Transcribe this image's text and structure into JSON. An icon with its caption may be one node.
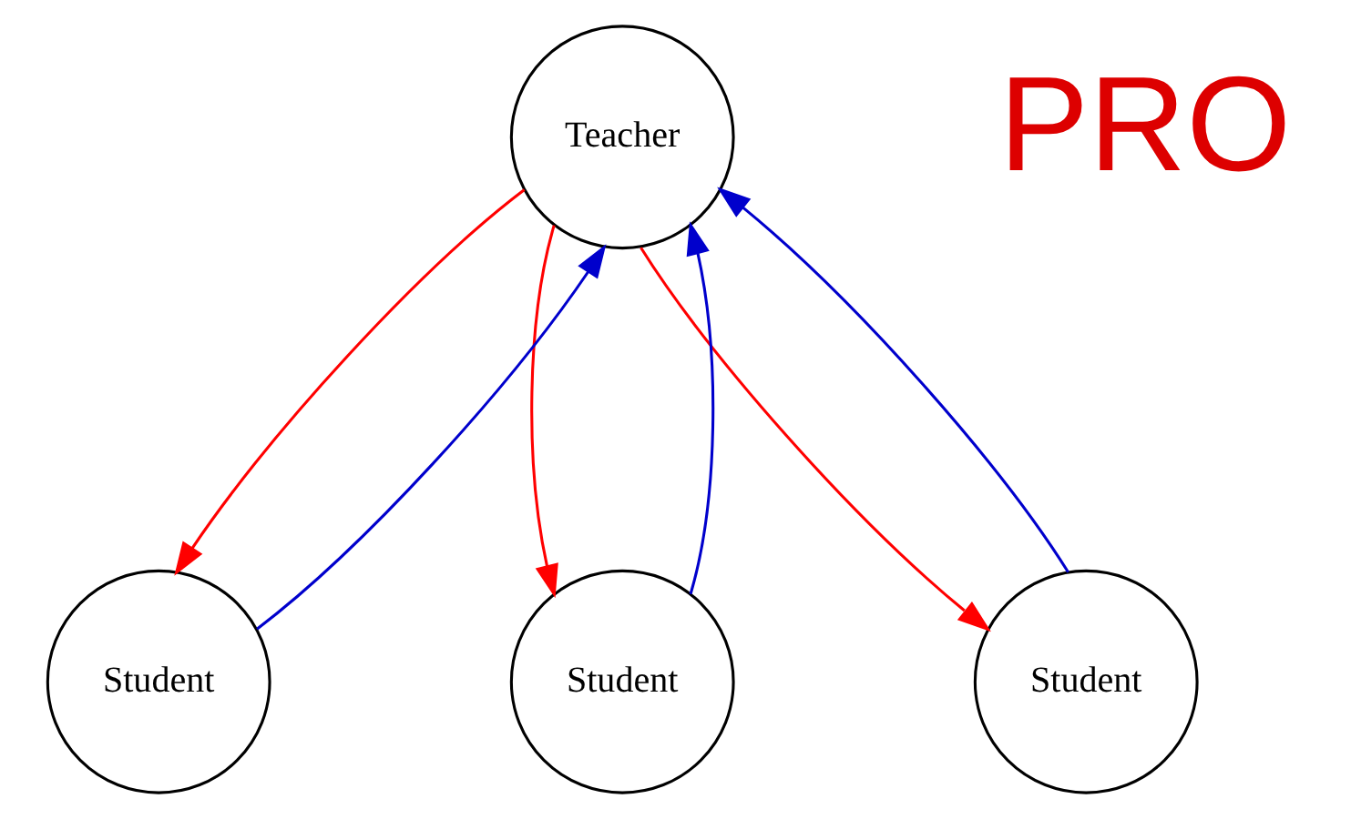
{
  "diagram": {
    "nodes": [
      {
        "text": [
          "Teacher"
        ]
      },
      {
        "text": [
          "Student"
        ]
      },
      {
        "text": [
          "Student"
        ]
      },
      {
        "text": [
          "Student"
        ]
      }
    ],
    "edges": [
      {
        "from": 0,
        "to": 1,
        "arrow": "to",
        "color": "#ff0000"
      },
      {
        "from": 1,
        "to": 0,
        "arrow": "to",
        "color": "#0000cc"
      },
      {
        "from": 0,
        "to": 2,
        "arrow": "to",
        "color": "#ff0000"
      },
      {
        "from": 2,
        "to": 0,
        "arrow": "to",
        "color": "#0000cc"
      },
      {
        "from": 0,
        "to": 3,
        "arrow": "to",
        "color": "#ff0000"
      },
      {
        "from": 3,
        "to": 0,
        "arrow": "to",
        "color": "#0000cc"
      }
    ],
    "labels": [
      "PRO"
    ]
  }
}
